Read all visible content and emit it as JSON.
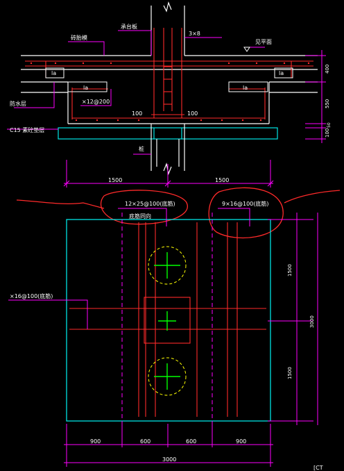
{
  "colors": {
    "background": "#000000",
    "white": "#ffffff",
    "red": "#ff2a2a",
    "cyan": "#00e5e5",
    "magenta": "#ff00ff",
    "yellow": "#ffff00",
    "green": "#00ff00"
  },
  "section": {
    "labels": {
      "label_a": "砖胎模",
      "label_b": "承台板",
      "label_c": "3×8",
      "label_d": "见平面",
      "label_e": "防水层",
      "label_f": "C15 素砼垫层",
      "label_g": "桩",
      "rebar": "×12@200",
      "la_1": "la",
      "la_2": "la",
      "la_3": "la",
      "la_4": "la",
      "dim_100_a": "100",
      "dim_100_b": "100"
    },
    "dims": {
      "right_400": "400",
      "right_550": "550",
      "right_50": "50",
      "right_100": "100",
      "bottom_left": "1500",
      "bottom_right": "1500"
    }
  },
  "plan": {
    "labels": {
      "rebar_top_1": "12×25@100(底筋)",
      "rebar_top_1_sub": "底筋同向",
      "rebar_top_2": "9×16@100(底筋)",
      "rebar_left": "×16@100(底筋)"
    },
    "dims": {
      "right_top": "1500",
      "right_total": "3000",
      "right_bottom": "1500",
      "bottom_1": "900",
      "bottom_2": "600",
      "bottom_3": "600",
      "bottom_4": "900",
      "bottom_total": "3000"
    },
    "corner_mark": "[CT"
  }
}
